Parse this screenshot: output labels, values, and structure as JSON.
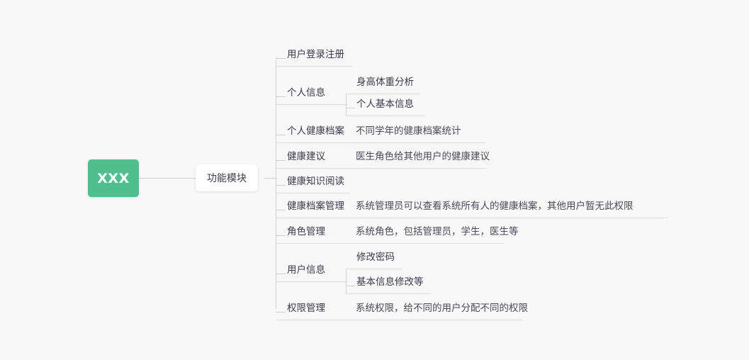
{
  "canvas": {
    "background": "#f8f8f8",
    "line_color": "#d8d8d8",
    "text_color": "#3b3b4f"
  },
  "root": {
    "label": "XXX",
    "fill": "#4fc08d",
    "text_color": "#ffffff"
  },
  "level1": {
    "label": "功能模块",
    "fill": "#ffffff"
  },
  "branches": [
    {
      "label": "用户登录注册",
      "desc": "",
      "children": []
    },
    {
      "label": "个人信息",
      "desc": "",
      "children": [
        {
          "label": "身高体重分析"
        },
        {
          "label": "个人基本信息"
        }
      ]
    },
    {
      "label": "个人健康档案",
      "desc": "不同学年的健康档案统计",
      "children": []
    },
    {
      "label": "健康建议",
      "desc": "医生角色给其他用户的健康建议",
      "children": []
    },
    {
      "label": "健康知识阅读",
      "desc": "",
      "children": []
    },
    {
      "label": "健康档案管理",
      "desc": "系统管理员可以查看系统所有人的健康档案，其他用户暂无此权限",
      "children": []
    },
    {
      "label": "角色管理",
      "desc": "系统角色，包括管理员，学生，医生等",
      "children": []
    },
    {
      "label": "用户信息",
      "desc": "",
      "children": [
        {
          "label": "修改密码"
        },
        {
          "label": "基本信息修改等"
        }
      ]
    },
    {
      "label": "权限管理",
      "desc": "系统权限，给不同的用户分配不同的权限",
      "children": []
    }
  ]
}
